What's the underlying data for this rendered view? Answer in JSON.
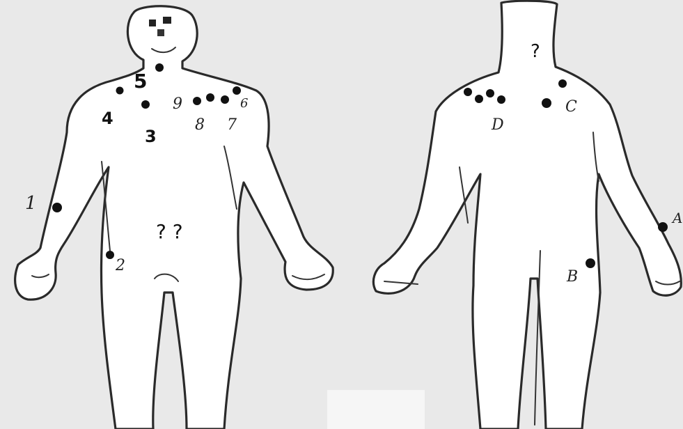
{
  "diagram": {
    "front_labels": {
      "l1": "1",
      "l2": "2",
      "l3": "3",
      "l4": "4",
      "l5": "5",
      "l6": "6",
      "l7": "7",
      "l8": "8",
      "l9": "9",
      "q": "? ?"
    },
    "back_labels": {
      "a": "A",
      "b": "B",
      "c": "C",
      "d": "D",
      "q": "?"
    },
    "colors": {
      "background": "#e9e9e9",
      "figure_fill": "#ffffff",
      "outline": "#2a2a2a",
      "marker": "#111111"
    }
  }
}
